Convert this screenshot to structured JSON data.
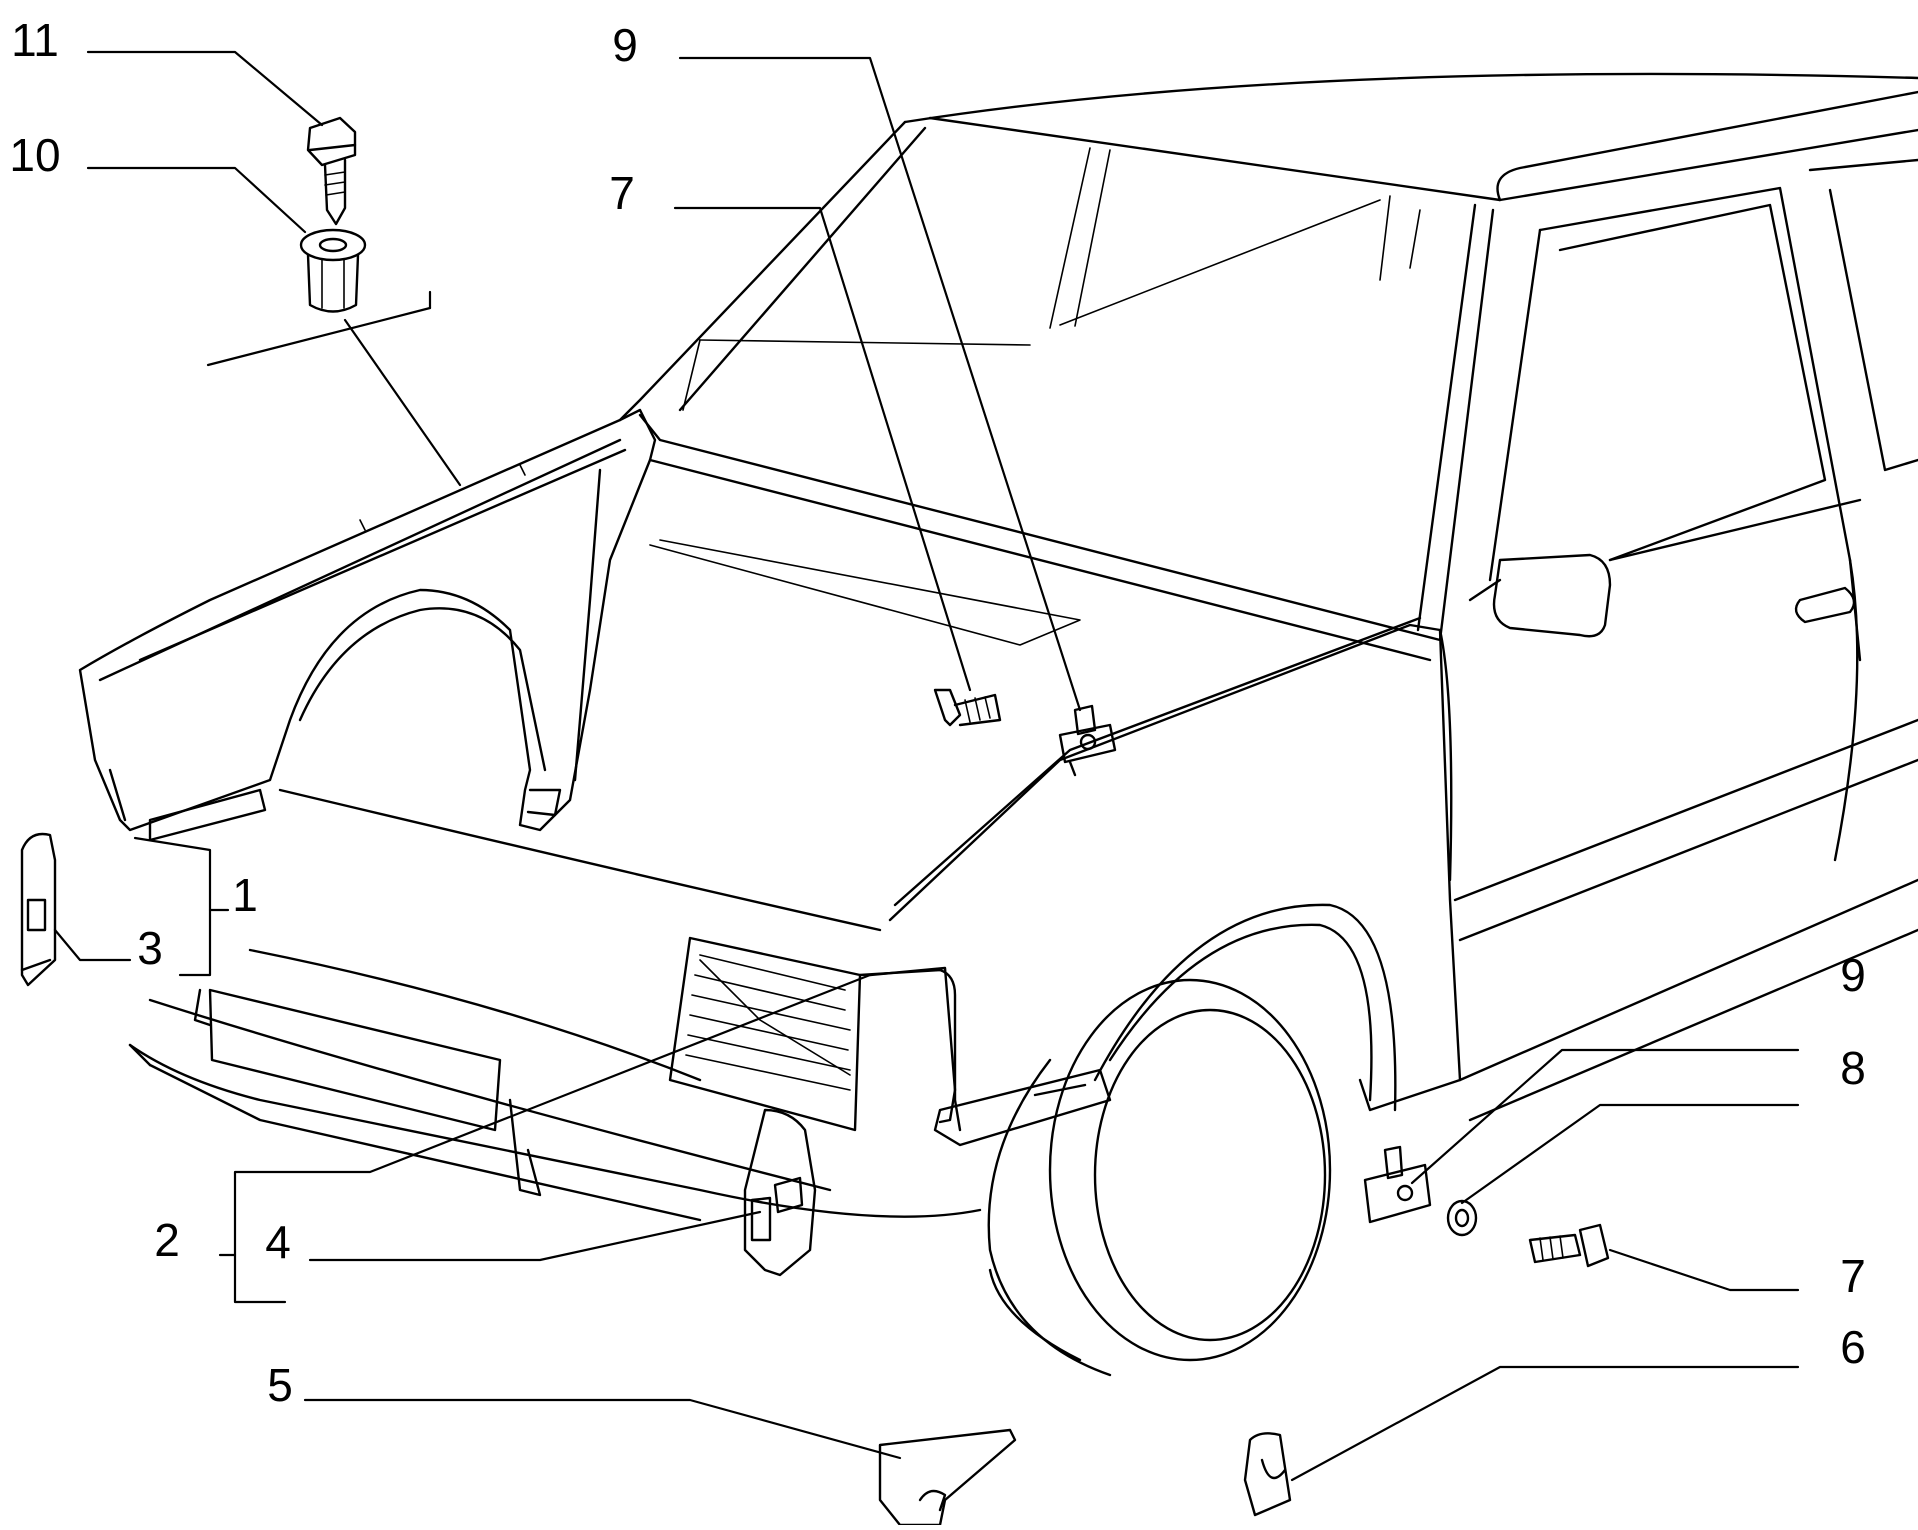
{
  "callouts": {
    "c11": "11",
    "c10": "10",
    "c9_top": "9",
    "c7_top": "7",
    "c1": "1",
    "c3": "3",
    "c2": "2",
    "c4": "4",
    "c5": "5",
    "c9_right": "9",
    "c8": "8",
    "c7_right": "7",
    "c6": "6"
  }
}
